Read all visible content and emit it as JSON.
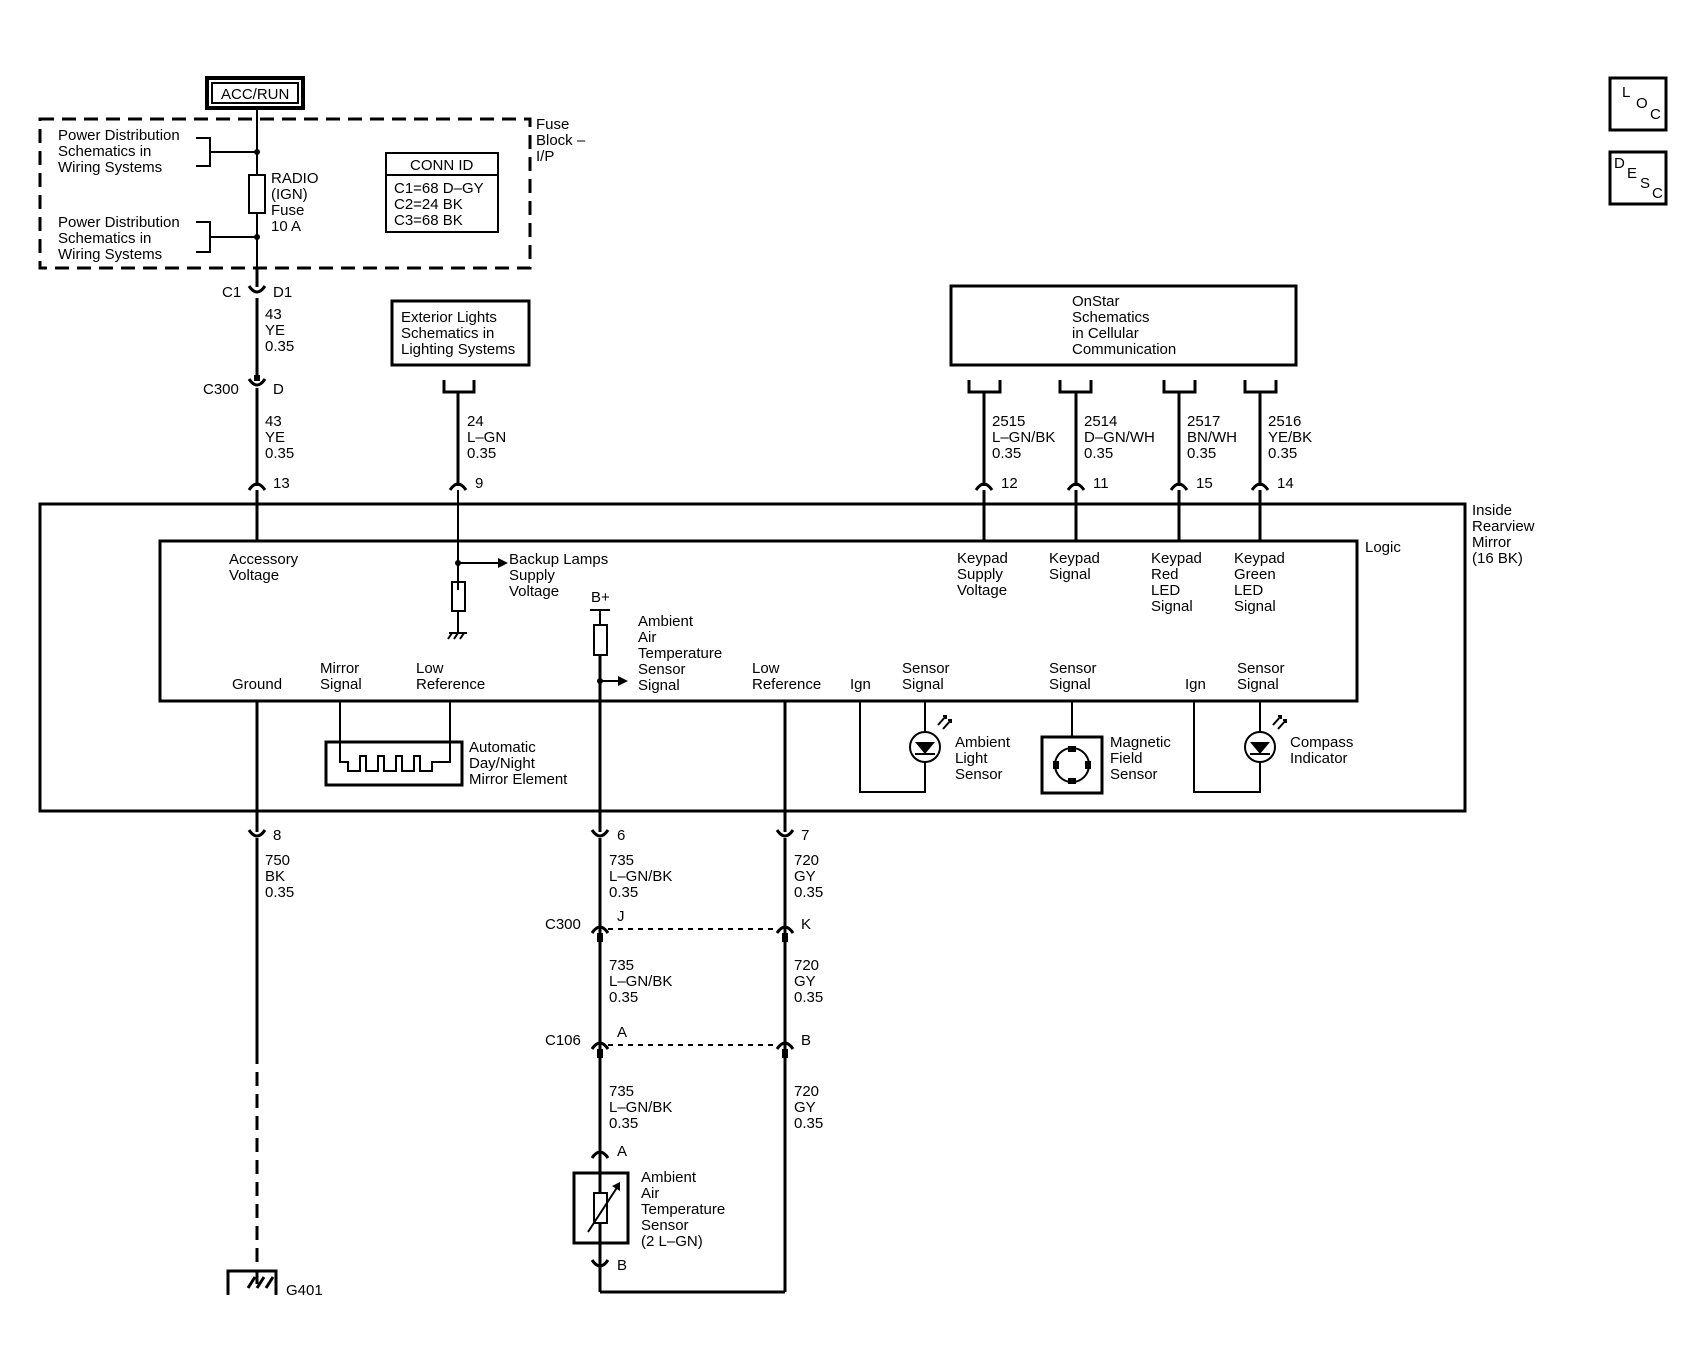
{
  "top": {
    "acc_run": "ACC/RUN",
    "pd1": [
      "Power Distribution",
      "Schematics in",
      "Wiring Systems"
    ],
    "pd2": [
      "Power Distribution",
      "Schematics in",
      "Wiring Systems"
    ],
    "fuse": [
      "RADIO",
      "(IGN)",
      "Fuse",
      "10 A"
    ],
    "fuse_block": [
      "Fuse",
      "Block –",
      "I/P"
    ],
    "conn_id_title": "CONN ID",
    "conn_id": [
      "C1=68 D–GY",
      "C2=24 BK",
      "C3=68 BK"
    ],
    "c1": "C1",
    "d1": "D1",
    "c300": "C300",
    "d": "D"
  },
  "icons": {
    "loc": [
      "L",
      "O",
      "C"
    ],
    "desc": [
      "D",
      "E",
      "S",
      "C"
    ]
  },
  "ext_lights": [
    "Exterior Lights",
    "Schematics in",
    "Lighting Systems"
  ],
  "onstar": [
    "OnStar",
    "Schematics",
    "in Cellular",
    "Communication"
  ],
  "wires": {
    "w43a": [
      "43",
      "YE",
      "0.35"
    ],
    "w43b": [
      "43",
      "YE",
      "0.35"
    ],
    "w24": [
      "24",
      "L–GN",
      "0.35"
    ],
    "w2515": [
      "2515",
      "L–GN/BK",
      "0.35"
    ],
    "w2514": [
      "2514",
      "D–GN/WH",
      "0.35"
    ],
    "w2517": [
      "2517",
      "BN/WH",
      "0.35"
    ],
    "w2516": [
      "2516",
      "YE/BK",
      "0.35"
    ],
    "w750": [
      "750",
      "BK",
      "0.35"
    ],
    "w735a": [
      "735",
      "L–GN/BK",
      "0.35"
    ],
    "w735b": [
      "735",
      "L–GN/BK",
      "0.35"
    ],
    "w735c": [
      "735",
      "L–GN/BK",
      "0.35"
    ],
    "w720a": [
      "720",
      "GY",
      "0.35"
    ],
    "w720b": [
      "720",
      "GY",
      "0.35"
    ],
    "w720c": [
      "720",
      "GY",
      "0.35"
    ]
  },
  "pins": {
    "p13": "13",
    "p9": "9",
    "p12": "12",
    "p11": "11",
    "p15": "15",
    "p14": "14",
    "p8": "8",
    "p6": "6",
    "p7": "7"
  },
  "connectors": {
    "c300b": "C300",
    "j": "J",
    "k": "K",
    "c106": "C106",
    "a": "A",
    "b": "B",
    "sensor_a": "A",
    "sensor_b": "B"
  },
  "mirror": {
    "title": [
      "Inside",
      "Rearview",
      "Mirror",
      "(16 BK)"
    ],
    "logic": "Logic",
    "accessory_voltage": [
      "Accessory",
      "Voltage"
    ],
    "backup_lamps": [
      "Backup Lamps",
      "Supply",
      "Voltage"
    ],
    "b_plus": "B+",
    "ambient_signal": [
      "Ambient",
      "Air",
      "Temperature",
      "Sensor",
      "Signal"
    ],
    "keypad_supply": [
      "Keypad",
      "Supply",
      "Voltage"
    ],
    "keypad_signal": [
      "Keypad",
      "Signal"
    ],
    "keypad_red": [
      "Keypad",
      "Red",
      "LED",
      "Signal"
    ],
    "keypad_green": [
      "Keypad",
      "Green",
      "LED",
      "Signal"
    ],
    "ground": "Ground",
    "mirror_signal": [
      "Mirror",
      "Signal"
    ],
    "low_ref1": [
      "Low",
      "Reference"
    ],
    "low_ref2": [
      "Low",
      "Reference"
    ],
    "ign1": "Ign",
    "sensor_signal1": [
      "Sensor",
      "Signal"
    ],
    "sensor_signal2": [
      "Sensor",
      "Signal"
    ],
    "ign2": "Ign",
    "sensor_signal3": [
      "Sensor",
      "Signal"
    ],
    "auto_mirror": [
      "Automatic",
      "Day/Night",
      "Mirror Element"
    ],
    "ambient_light": [
      "Ambient",
      "Light",
      "Sensor"
    ],
    "magnetic": [
      "Magnetic",
      "Field",
      "Sensor"
    ],
    "compass": [
      "Compass",
      "Indicator"
    ]
  },
  "sensor": [
    "Ambient",
    "Air",
    "Temperature",
    "Sensor",
    "(2 L–GN)"
  ],
  "ground": "G401"
}
